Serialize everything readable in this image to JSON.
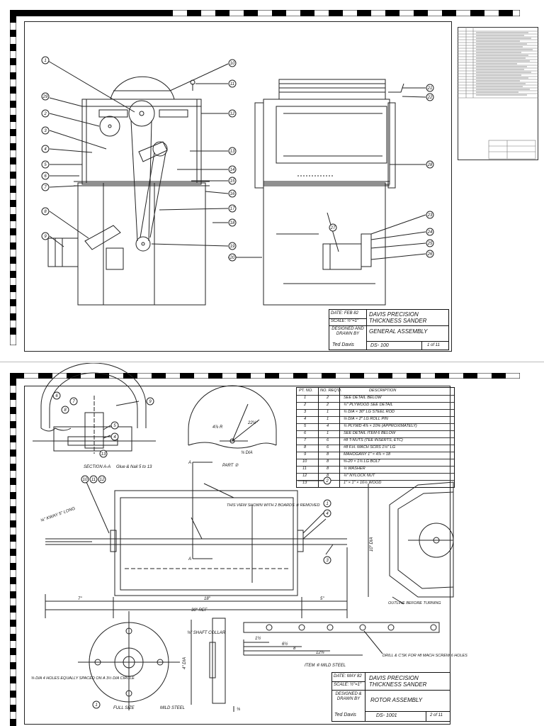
{
  "sheet1": {
    "title_block": {
      "date": "DATE: FEB 82",
      "scale": "SCALE: ½\"=1\"",
      "designed_drawn_by": "DESIGNED AND DRAWN BY",
      "designer": "Ted Davis",
      "product_line1": "DAVIS PRECISION",
      "product_line2": "THICKNESS SANDER",
      "drawing_title": "GENERAL ASSEMBLY",
      "drawing_number": "DS- 100",
      "sheet": "1 of 11"
    },
    "balloons_left": [
      "1",
      "29",
      "2",
      "3",
      "4",
      "5",
      "6",
      "7",
      "8",
      "9"
    ],
    "balloons_mid": [
      "10",
      "11",
      "12",
      "13",
      "14",
      "15",
      "16",
      "17",
      "18",
      "19",
      "20"
    ],
    "balloons_right": [
      "21",
      "22",
      "28",
      "23",
      "27",
      "24",
      "25",
      "26"
    ]
  },
  "sheet2": {
    "parts_table": {
      "headers": [
        "PT. NO.",
        "NO. REQ'D.",
        "DESCRIPTION"
      ],
      "rows": [
        [
          "1",
          "2",
          "SEE DETAIL BELOW"
        ],
        [
          "2",
          "2",
          "¾\" PLYWOOD SEE DETAIL"
        ],
        [
          "3",
          "1",
          "¾ DIA × 30\" LG STEEL ROD"
        ],
        [
          "4",
          "1",
          "⅛ DIA × 2\" LG ROLL PIN"
        ],
        [
          "5",
          "4",
          "¾ PLYWD 4⅞ × 10⅝ (APPROXIMATELY)"
        ],
        [
          "6",
          "1",
          "SEE DETAIL ITEM 6 BELOW"
        ],
        [
          "7",
          "6",
          "#8 T-NUTS (TEE INSERTS, ETC)"
        ],
        [
          "8",
          "6",
          "#8 F.H. MACH SCRS 1¼\" LG"
        ],
        [
          "9",
          "8",
          "MAHOGANY 1\" × 4⅞ × 18"
        ],
        [
          "10",
          "8",
          "⅝-20 × 1¾ LG BOLT"
        ],
        [
          "11",
          "8",
          "¼ WASHER"
        ],
        [
          "12",
          "8",
          "¼\" NYLOCK NUT"
        ],
        [
          "13",
          "4",
          "1\" × 1\" × 16½ WOOD"
        ]
      ]
    },
    "annotations": {
      "section": "SECTION A-A",
      "glue_note": "Glue & Nail 5 to 13",
      "part2": "PART ②",
      "radius": "4⅞ R",
      "angle": "22½°",
      "dia": "¾ DIA",
      "keyway": "⅛\" KWAY 5\" LONG",
      "view_note": "THIS VIEW SHOWN WITH 2 BOARDS ⑨ REMOVED",
      "dim_7": "7\"",
      "dim_18": "18\"",
      "dim_5": "5\"",
      "dim_30": "30\" REF",
      "dim_10dia": "10\" DIA",
      "outline_note": "OUTLINE BEFORE TURNING",
      "shaft_collar": "¾\" SHAFT COLLAR",
      "holes_note": "⅜ DIA 4 HOLES EQUALLY SPACED ON A 3½ DIA CIRCLE",
      "dim_4dia": "4\" DIA",
      "full_size": "FULL SIZE",
      "mild_steel": "MILD STEEL",
      "item6": "ITEM ⑥ MILD STEEL",
      "drill_note": "DRILL & C'SK FOR #8 MACH SCREW 6 HOLES",
      "dim_1half": "1½",
      "dim_6_5": "6½",
      "dim_8": "8",
      "dim_12": "12⅞",
      "dim_eighth": "⅛",
      "section_label_a": "A"
    },
    "title_block": {
      "date": "DATE: MAY 82",
      "scale": "SCALE: ½\"=1\"",
      "designed_drawn_by": "DESIGNED & DRAWN BY",
      "designer": "Ted Davis",
      "product_line1": "DAVIS PRECISION",
      "product_line2": "THICKNESS SANDER",
      "drawing_title": "ROTOR ASSEMBLY",
      "drawing_number": "DS- 1001",
      "sheet": "2 of 11"
    }
  }
}
